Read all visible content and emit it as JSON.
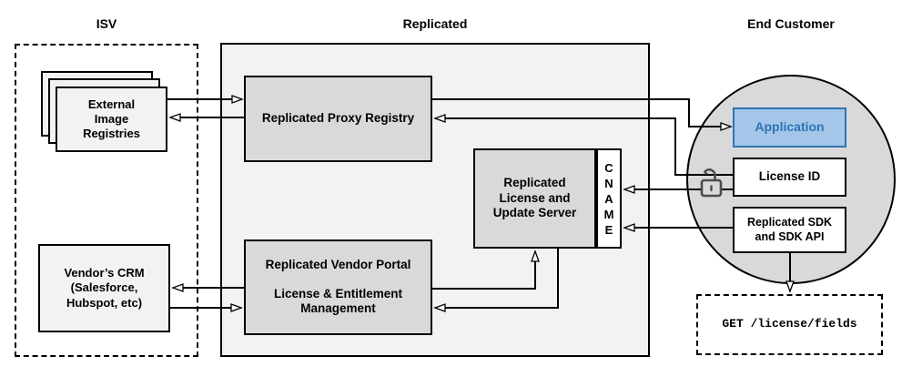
{
  "sections": {
    "isv": {
      "label": "ISV"
    },
    "replicated": {
      "label": "Replicated"
    },
    "end_customer": {
      "label": "End Customer"
    }
  },
  "nodes": {
    "external_image_registries": {
      "label": "External\nImage\nRegistries"
    },
    "vendors_crm": {
      "label": "Vendor’s CRM\n(Salesforce,\nHubspot, etc)"
    },
    "replicated_proxy_registry": {
      "label": "Replicated Proxy Registry"
    },
    "replicated_vendor_portal": {
      "title": "Replicated Vendor Portal",
      "subtitle": "License & Entitlement\nManagement"
    },
    "replicated_license_update_server": {
      "label": "Replicated\nLicense and\nUpdate Server"
    },
    "cname": {
      "label": "CNAME"
    },
    "application": {
      "label": "Application"
    },
    "license_id": {
      "label": "License ID"
    },
    "replicated_sdk": {
      "label": "Replicated SDK\nand SDK API"
    },
    "get_license_fields": {
      "label": "GET /license/fields"
    }
  },
  "icons": {
    "open_lock": "unlocked padlock between License ID and CNAME/Proxy Registry links"
  },
  "colors": {
    "canvas-bg": "#ffffff",
    "container-fill": "#f2f2f2",
    "node-fill": "#d9d9d9",
    "light-node-fill": "#f2f2f2",
    "white-fill": "#ffffff",
    "stroke": "#000000",
    "app-fill": "#a4c6e8",
    "app-border": "#2e74b5",
    "app-text": "#2e74b5",
    "lock": "#4d4d4d"
  }
}
